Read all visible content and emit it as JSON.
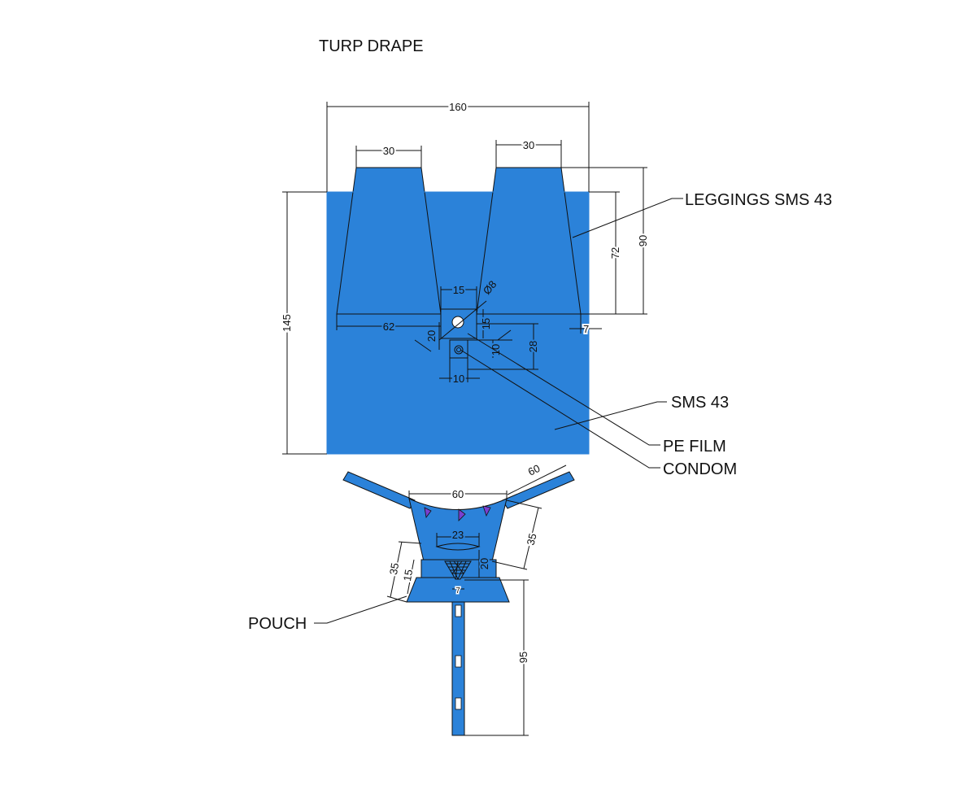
{
  "title": "TURP DRAPE",
  "labels": {
    "leggings": "LEGGINGS SMS 43",
    "sms": "SMS 43",
    "pe_film": "PE FILM",
    "condom": "CONDOM",
    "pouch": "POUCH"
  },
  "dims": {
    "total_width": "160",
    "leg_left_top": "30",
    "leg_right_top": "30",
    "leg_height": "72",
    "leg_total": "90",
    "drape_height": "145",
    "left_offset": "62",
    "right_offset": "7",
    "window_width": "15",
    "hole_dia": "Ø8",
    "window_h": "15",
    "gap": "20",
    "lower_h": "10",
    "lower_w": "10",
    "total_28": "28",
    "pouch_arm": "60",
    "pouch_top": "60",
    "pouch_side": "35",
    "pouch_inner": "23",
    "pouch_20": "20",
    "pouch_left_35": "35",
    "pouch_left_15": "15",
    "strip_w": "7",
    "strip_len": "95"
  },
  "colors": {
    "fabric": "#2b82d9",
    "line": "#111111",
    "marker": "#7a3fd0"
  }
}
